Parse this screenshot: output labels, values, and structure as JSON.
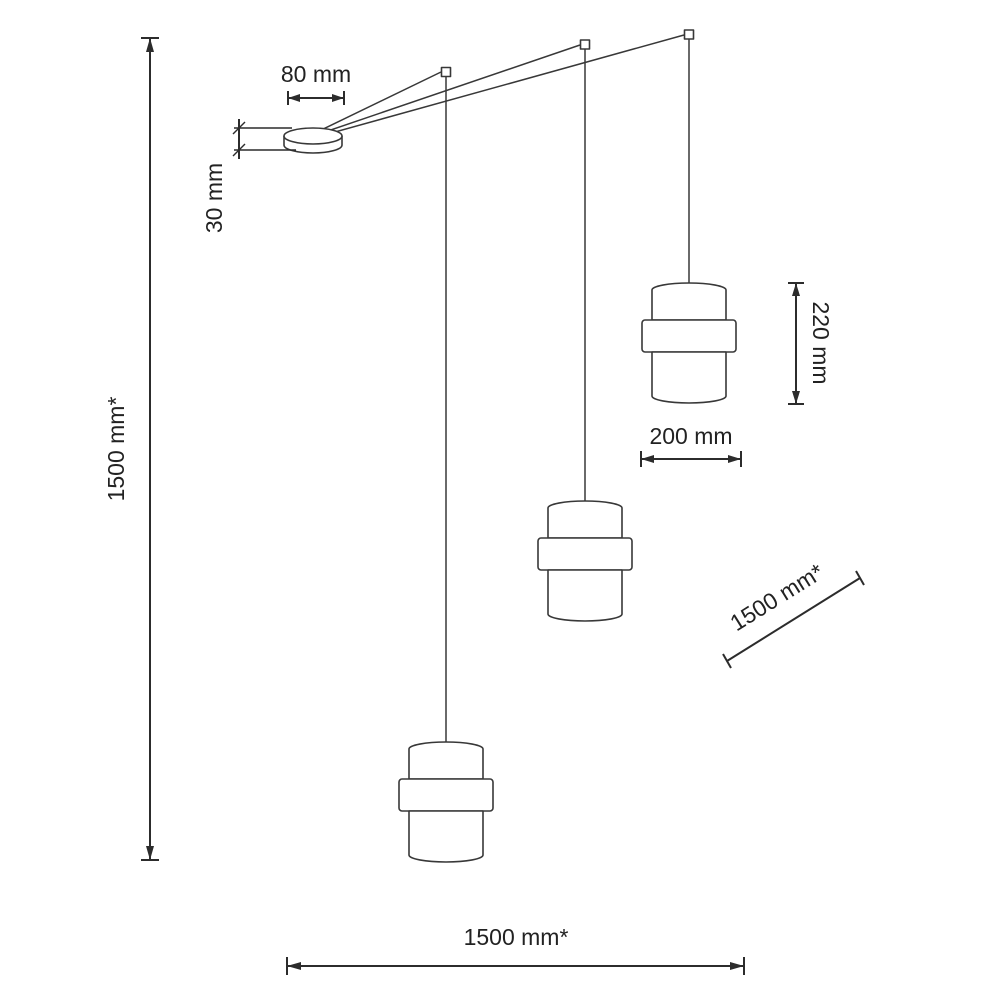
{
  "diagram": {
    "kind": "pendant-lamp-dimension-drawing",
    "labels": {
      "total_height": "1500 mm*",
      "total_width": "1500 mm*",
      "cable_length": "1500 mm*",
      "canopy_width": "80 mm",
      "canopy_height": "30 mm",
      "shade_height": "220 mm",
      "shade_width": "200 mm"
    },
    "colors": {
      "line": "#2c2c2c",
      "shape_outline": "#383838",
      "background": "#ffffff"
    }
  }
}
